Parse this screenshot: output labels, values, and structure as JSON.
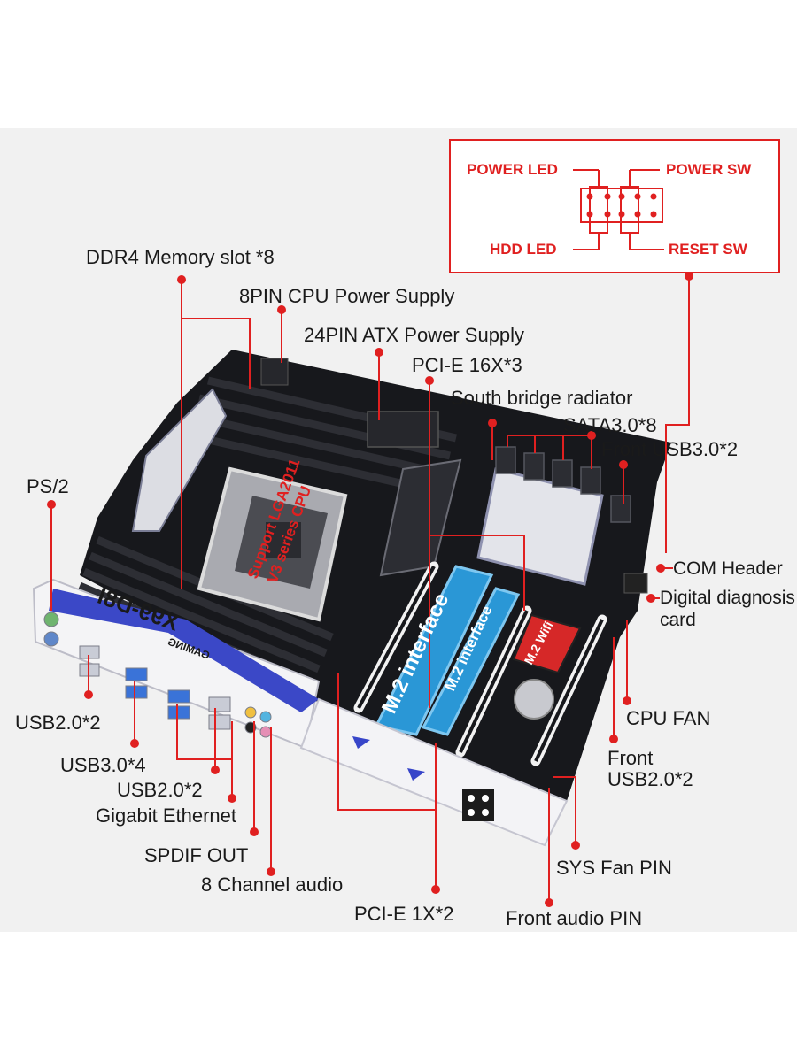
{
  "panel": {
    "power_led": "POWER LED",
    "power_sw": "POWER SW",
    "hdd_led": "HDD  LED",
    "reset_sw": "RESET SW"
  },
  "labels": {
    "ddr4": "DDR4 Memory slot *8",
    "cpu_power": "8PIN CPU Power Supply",
    "atx_power": "24PIN ATX Power Supply",
    "pcie16": "PCI-E 16X*3",
    "south_bridge": "South bridge radiator",
    "sata": "SATA3.0*8",
    "front_usb3": "Front USB3.0*2",
    "ps2": "PS/2",
    "com": "COM Header",
    "diag_1": "Digital diagnosis",
    "diag_2": "card",
    "cpu_fan": "CPU FAN",
    "front_usb2_1": "Front",
    "front_usb2_2": "USB2.0*2",
    "usb2_a": "USB2.0*2",
    "usb3": "USB3.0*4",
    "usb2_b": "USB2.0*2",
    "ethernet": "Gigabit Ethernet",
    "spdif": "SPDIF OUT",
    "audio": "8 Channel audio",
    "pcie1": "PCI-E 1X*2",
    "sys_fan": "SYS Fan PIN",
    "front_audio": "Front audio PIN"
  },
  "board": {
    "m2_big": "M.2 interface",
    "m2_small": "M.2 interface",
    "m2_wifi": "M.2 Wifi",
    "cpu_support_1": "Support LGA2011",
    "cpu_support_2": "V3 series CPU",
    "io_shield_model": "X99-D8I",
    "io_shield_tag": "GAMING"
  },
  "colors": {
    "accent_red": "#e02020",
    "m2_blue": "#2a97d6",
    "wifi_red": "#d62828",
    "pcb": "#15161a"
  }
}
